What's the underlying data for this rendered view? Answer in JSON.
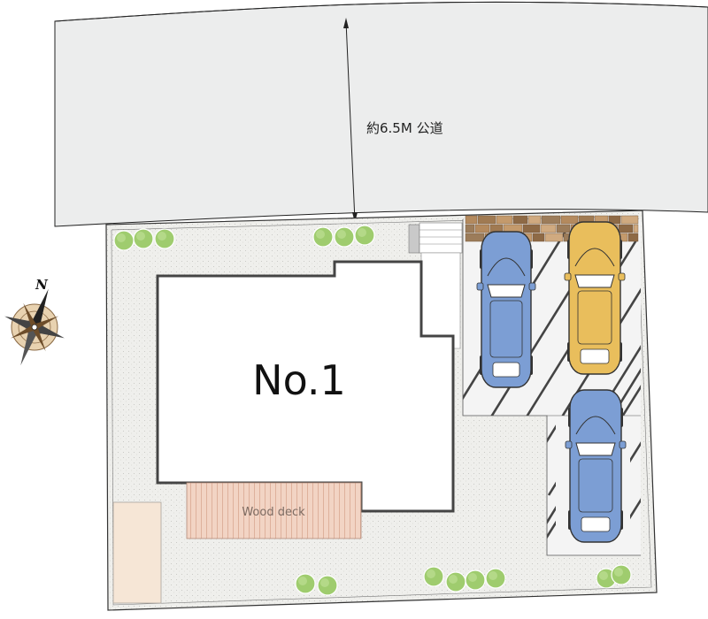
{
  "road": {
    "label": "約6.5M 公道"
  },
  "compass": {
    "north_label": "N"
  },
  "building": {
    "label": "No.1"
  },
  "deck": {
    "label": "Wood deck"
  },
  "cars": [
    {
      "name": "car-blue-1",
      "color": "#7c9ed4"
    },
    {
      "name": "car-yellow",
      "color": "#e9be5c"
    },
    {
      "name": "car-blue-2",
      "color": "#7c9ed4"
    }
  ],
  "colors": {
    "road": "#eceded",
    "lot": "#ededea",
    "deck": "#f2d4c4",
    "shed": "#f6e6d6",
    "tree": "#9fcc6e",
    "paving": "#b48a5e"
  }
}
